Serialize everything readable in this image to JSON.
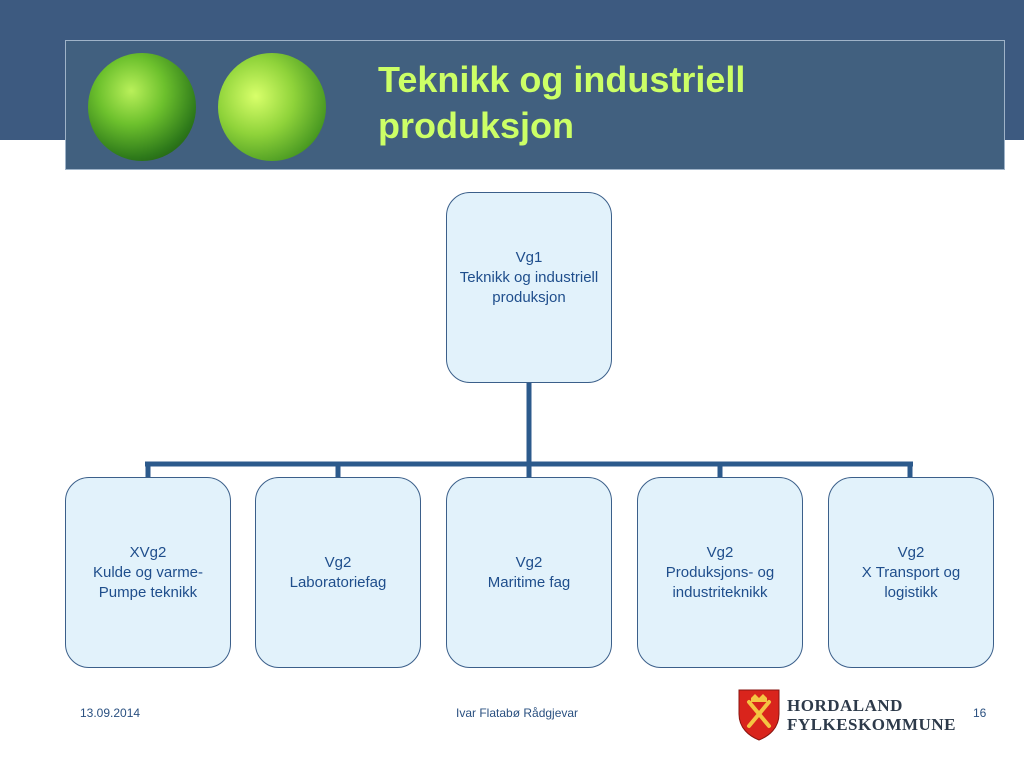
{
  "slide": {
    "title": "Teknikk og industriell\nproduksjon"
  },
  "org_chart": {
    "root": {
      "lines": [
        "Vg1",
        "Teknikk og industriell",
        "produksjon"
      ]
    },
    "children": [
      {
        "lines": [
          "XVg2",
          "Kulde og varme-",
          "Pumpe teknikk"
        ]
      },
      {
        "lines": [
          "Vg2",
          "Laboratoriefag"
        ]
      },
      {
        "lines": [
          "Vg2",
          "Maritime fag"
        ]
      },
      {
        "lines": [
          "Vg2",
          "Produksjons- og",
          "industriteknikk"
        ]
      },
      {
        "lines": [
          "Vg2",
          "X Transport og",
          "logistikk"
        ]
      }
    ]
  },
  "footer": {
    "date": "13.09.2014",
    "author": "Ivar Flatabø Rådgjevar",
    "page_number": "16",
    "logo_line1": "HORDALAND",
    "logo_line2": "FYLKESKOMMUNE"
  },
  "colors": {
    "header_blue": "#41607f",
    "title_green": "#ccff66",
    "node_fill": "#e2f2fb",
    "node_border": "#3b5f8a",
    "connector": "#2c5a8c",
    "text_blue": "#1f4e8c"
  }
}
